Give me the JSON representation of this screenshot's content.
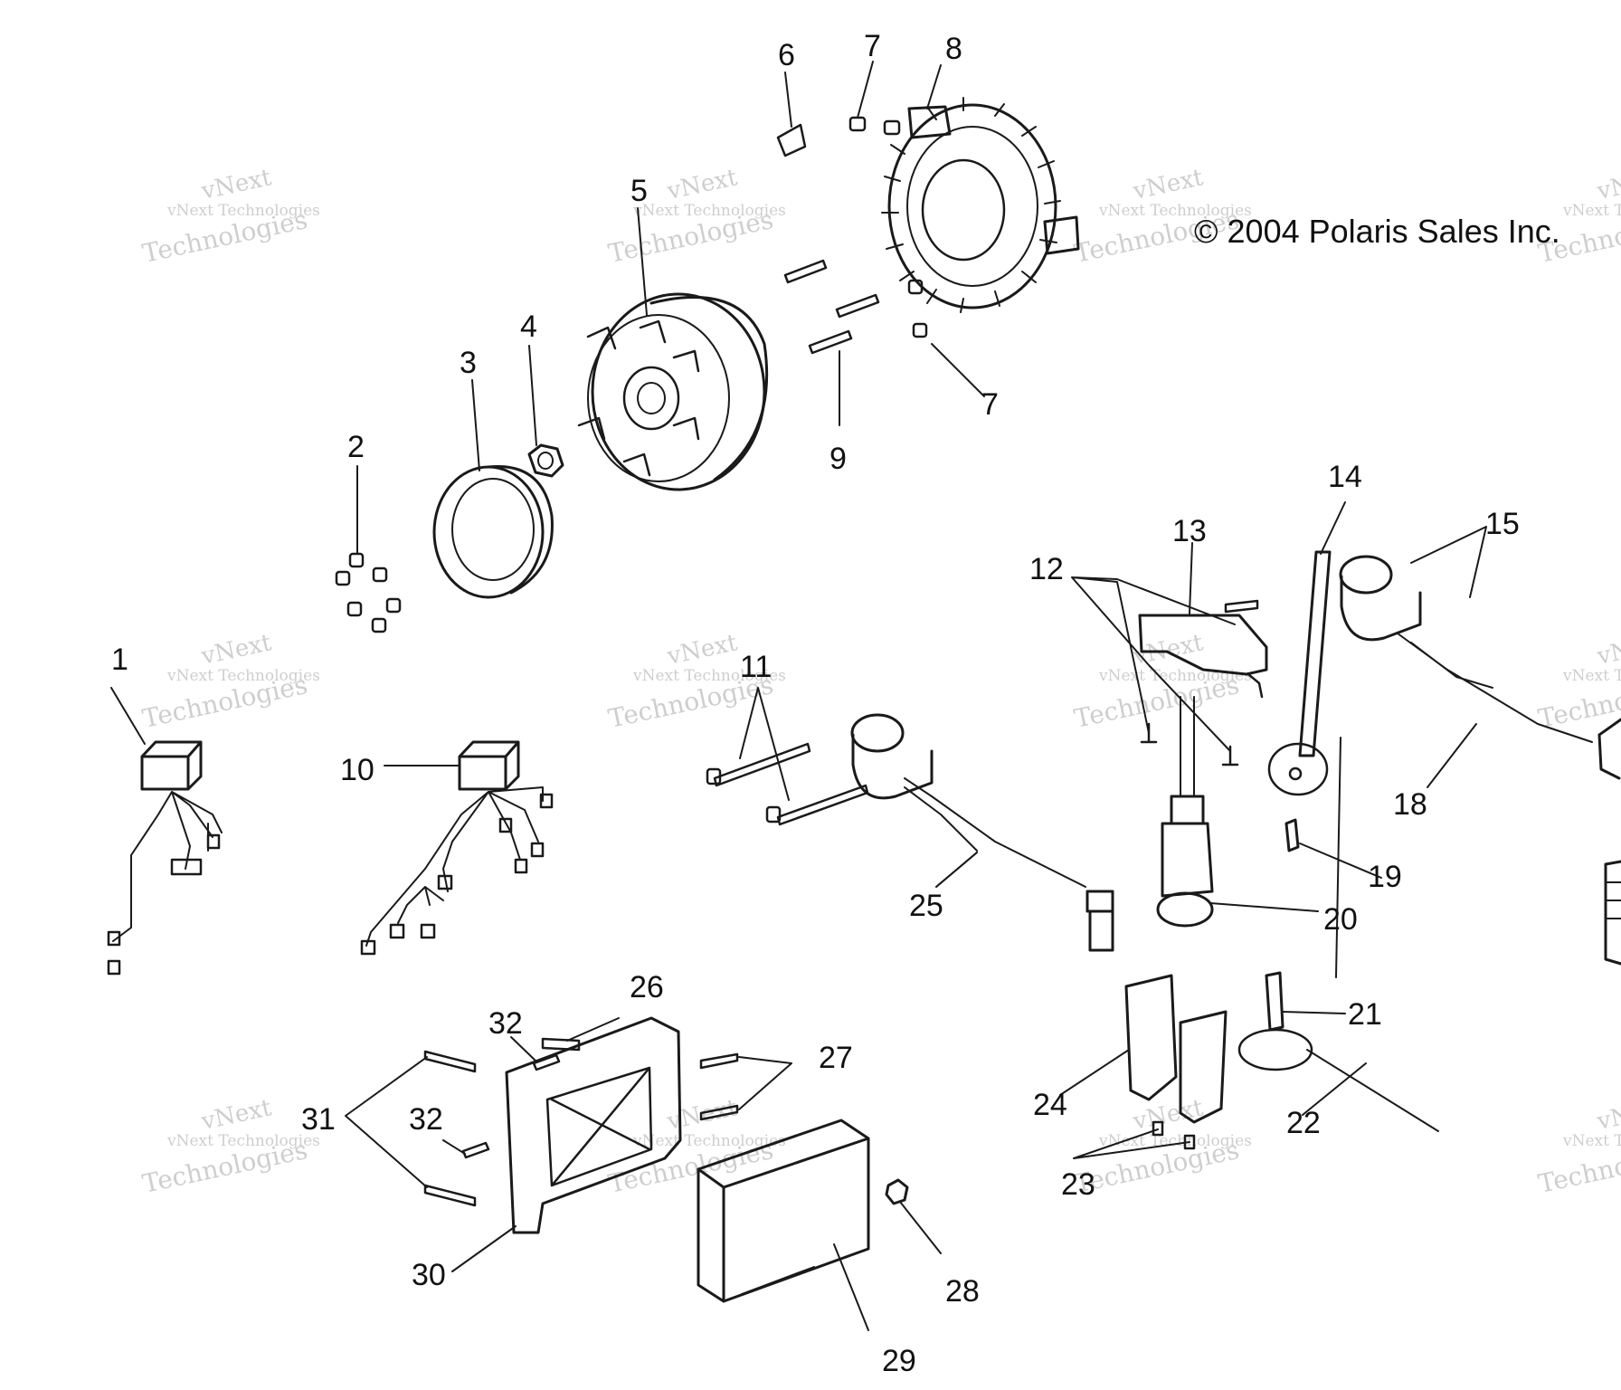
{
  "copyright": "© 2004 Polaris Sales Inc.",
  "watermark": {
    "line1": "vNext Technologies",
    "line2": "vNext",
    "line3": "Technologies"
  },
  "callouts": {
    "c1": "1",
    "c2": "2",
    "c3": "3",
    "c4": "4",
    "c5": "5",
    "c6": "6",
    "c7a": "7",
    "c7b": "7",
    "c8": "8",
    "c9": "9",
    "c10": "10",
    "c11": "11",
    "c12": "12",
    "c13": "13",
    "c14": "14",
    "c15": "15",
    "c18": "18",
    "c19": "19",
    "c20": "20",
    "c21": "21",
    "c22": "22",
    "c23": "23",
    "c24": "24",
    "c25": "25",
    "c26": "26",
    "c27": "27",
    "c28": "28",
    "c29": "29",
    "c30": "30",
    "c31": "31",
    "c32a": "32",
    "c32b": "32"
  }
}
